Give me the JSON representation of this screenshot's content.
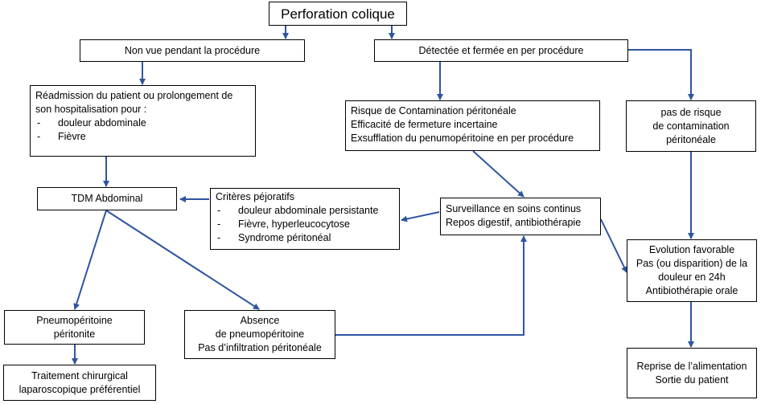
{
  "title": "Perforation colique",
  "nodes": {
    "non_vue": [
      "Non vue pendant la procédure"
    ],
    "detectee": [
      "Détectée et fermée en per procédure"
    ],
    "readmission": {
      "lines": [
        "Réadmission du patient ou prolongement de",
        "son hospitalisation pour :"
      ],
      "items": [
        "douleur abdominale",
        "Fièvre"
      ]
    },
    "risque": [
      "Risque de Contamination péritonéale",
      "Efficacité de fermeture incertaine",
      "Exsufflation du penumopéritoine en per procédure"
    ],
    "pas_risque": [
      "pas de risque",
      "de contamination",
      "péritonéale"
    ],
    "tdm": [
      "TDM Abdominal"
    ],
    "criteres": {
      "lines": [
        "Critères péjoratifs"
      ],
      "items": [
        "douleur abdominale persistante",
        "Fièvre, hyperleucocytose",
        "Syndrome péritonéal"
      ]
    },
    "surveillance": [
      "Surveillance en soins continus",
      "Repos digestif, antibiothérapie"
    ],
    "evolution": [
      "Evolution favorable",
      "Pas (ou disparition) de la",
      "douleur en 24h",
      "Antibiothérapie orale"
    ],
    "pneumo": [
      "Pneumopéritoine",
      "péritonite"
    ],
    "absence": [
      "Absence",
      "de pneumopéritoine",
      "Pas d’infiltration péritonéale"
    ],
    "traitement": [
      "Traitement chirurgical",
      "laparoscopique préférentiel"
    ],
    "reprise": [
      "Reprise de l’alimentation",
      "Sortie du patient"
    ]
  },
  "colors": {
    "arrow": "#2e55a0",
    "border": "#000000"
  }
}
